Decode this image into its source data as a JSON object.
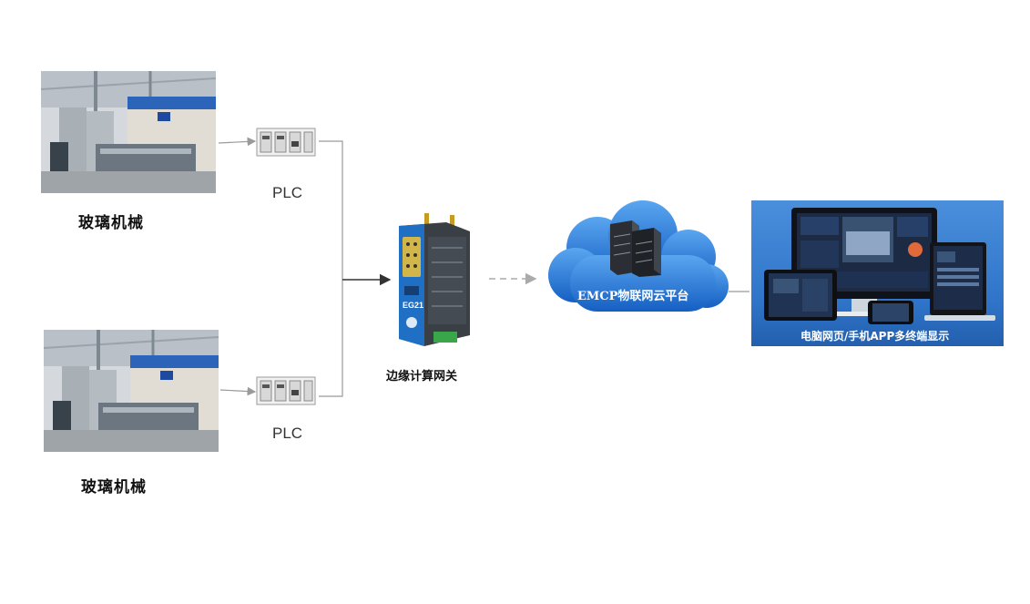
{
  "machines": [
    {
      "label": "玻璃机械",
      "plc_label": "PLC"
    },
    {
      "label": "玻璃机械",
      "plc_label": "PLC"
    }
  ],
  "gateway": {
    "label": "边缘计算网关",
    "model": "EG21"
  },
  "cloud": {
    "label": "EMCP物联网云平台"
  },
  "display": {
    "label": "电脑网页/手机APP多终端显示"
  },
  "colors": {
    "cloud_blue": "#1e73d8",
    "panel_blue": "#2f74c8",
    "gateway_blue": "#1f6fc4",
    "line_gray": "#888888"
  }
}
